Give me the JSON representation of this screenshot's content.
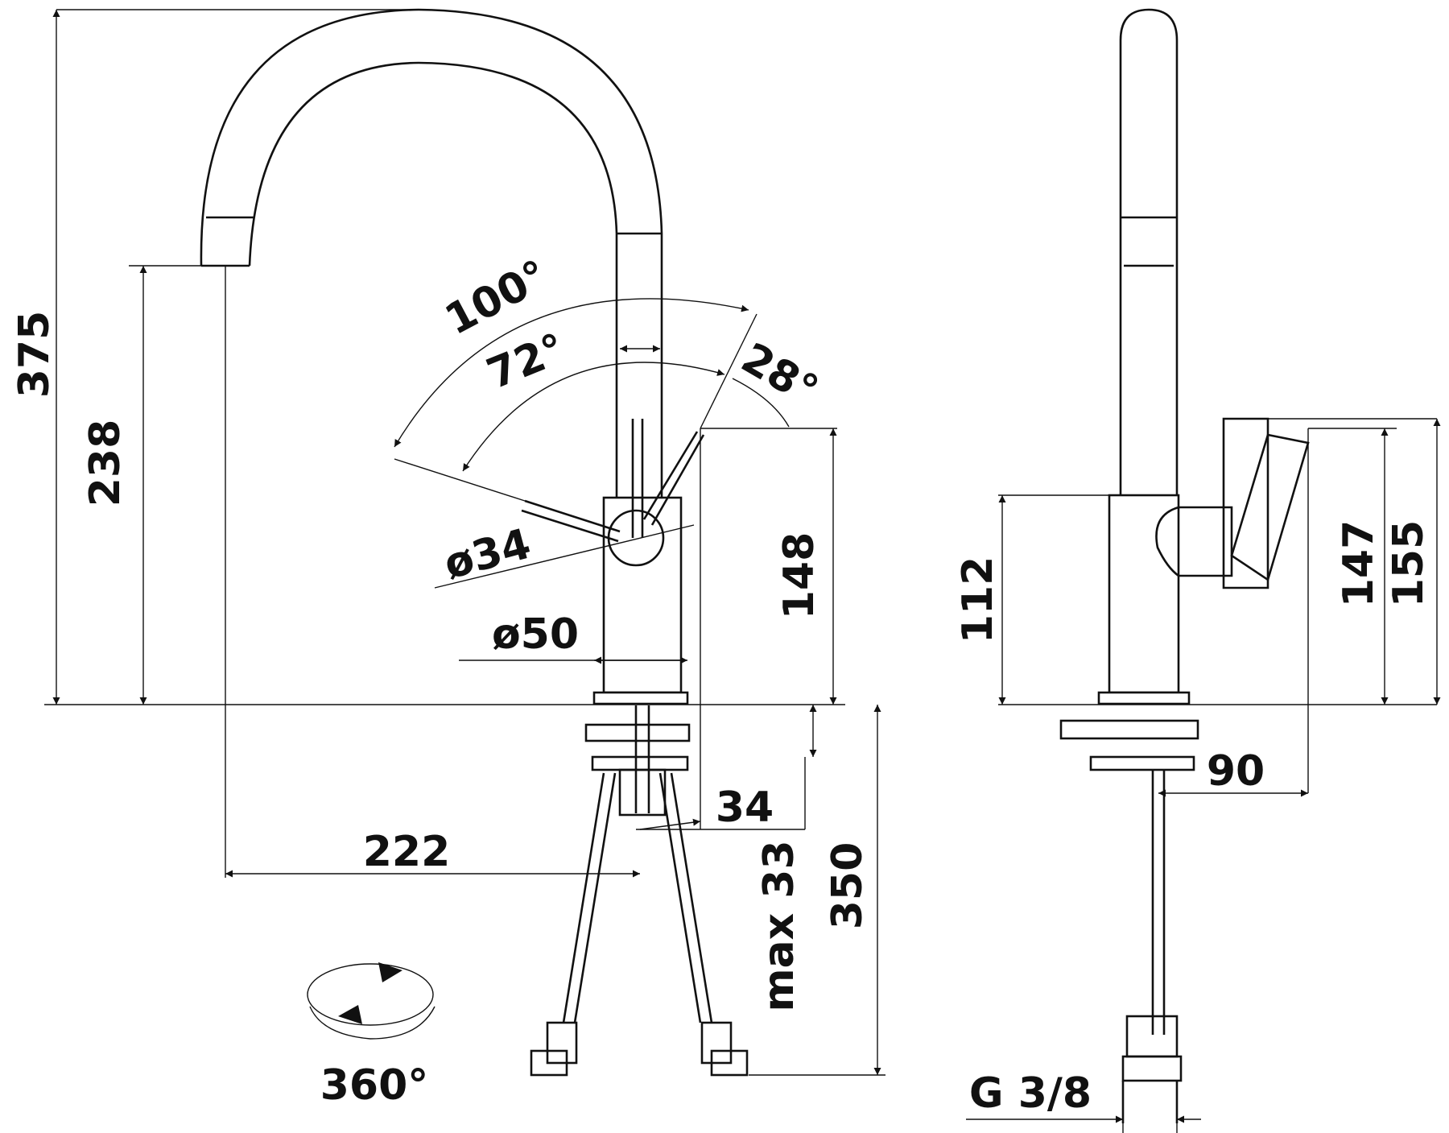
{
  "diagram": {
    "front_view": {
      "dimensions": {
        "total_height": "375",
        "spout_height": "238",
        "body_height": "148",
        "max_thickness": "max 33",
        "hose_length": "350",
        "spout_reach": "222",
        "offset": "34",
        "lever_diameter": "ø34",
        "body_diameter": "ø50"
      },
      "angles": {
        "full": "100°",
        "partial": "72°",
        "small": "28°"
      },
      "rotation": "360°"
    },
    "side_view": {
      "dimensions": {
        "body_height": "112",
        "lever_height_a": "147",
        "lever_height_b": "155",
        "depth": "90",
        "thread": "G 3/8"
      }
    },
    "colors": {
      "line": "#111111",
      "background": "#ffffff"
    },
    "icons": [
      "rotation-360-icon"
    ]
  }
}
